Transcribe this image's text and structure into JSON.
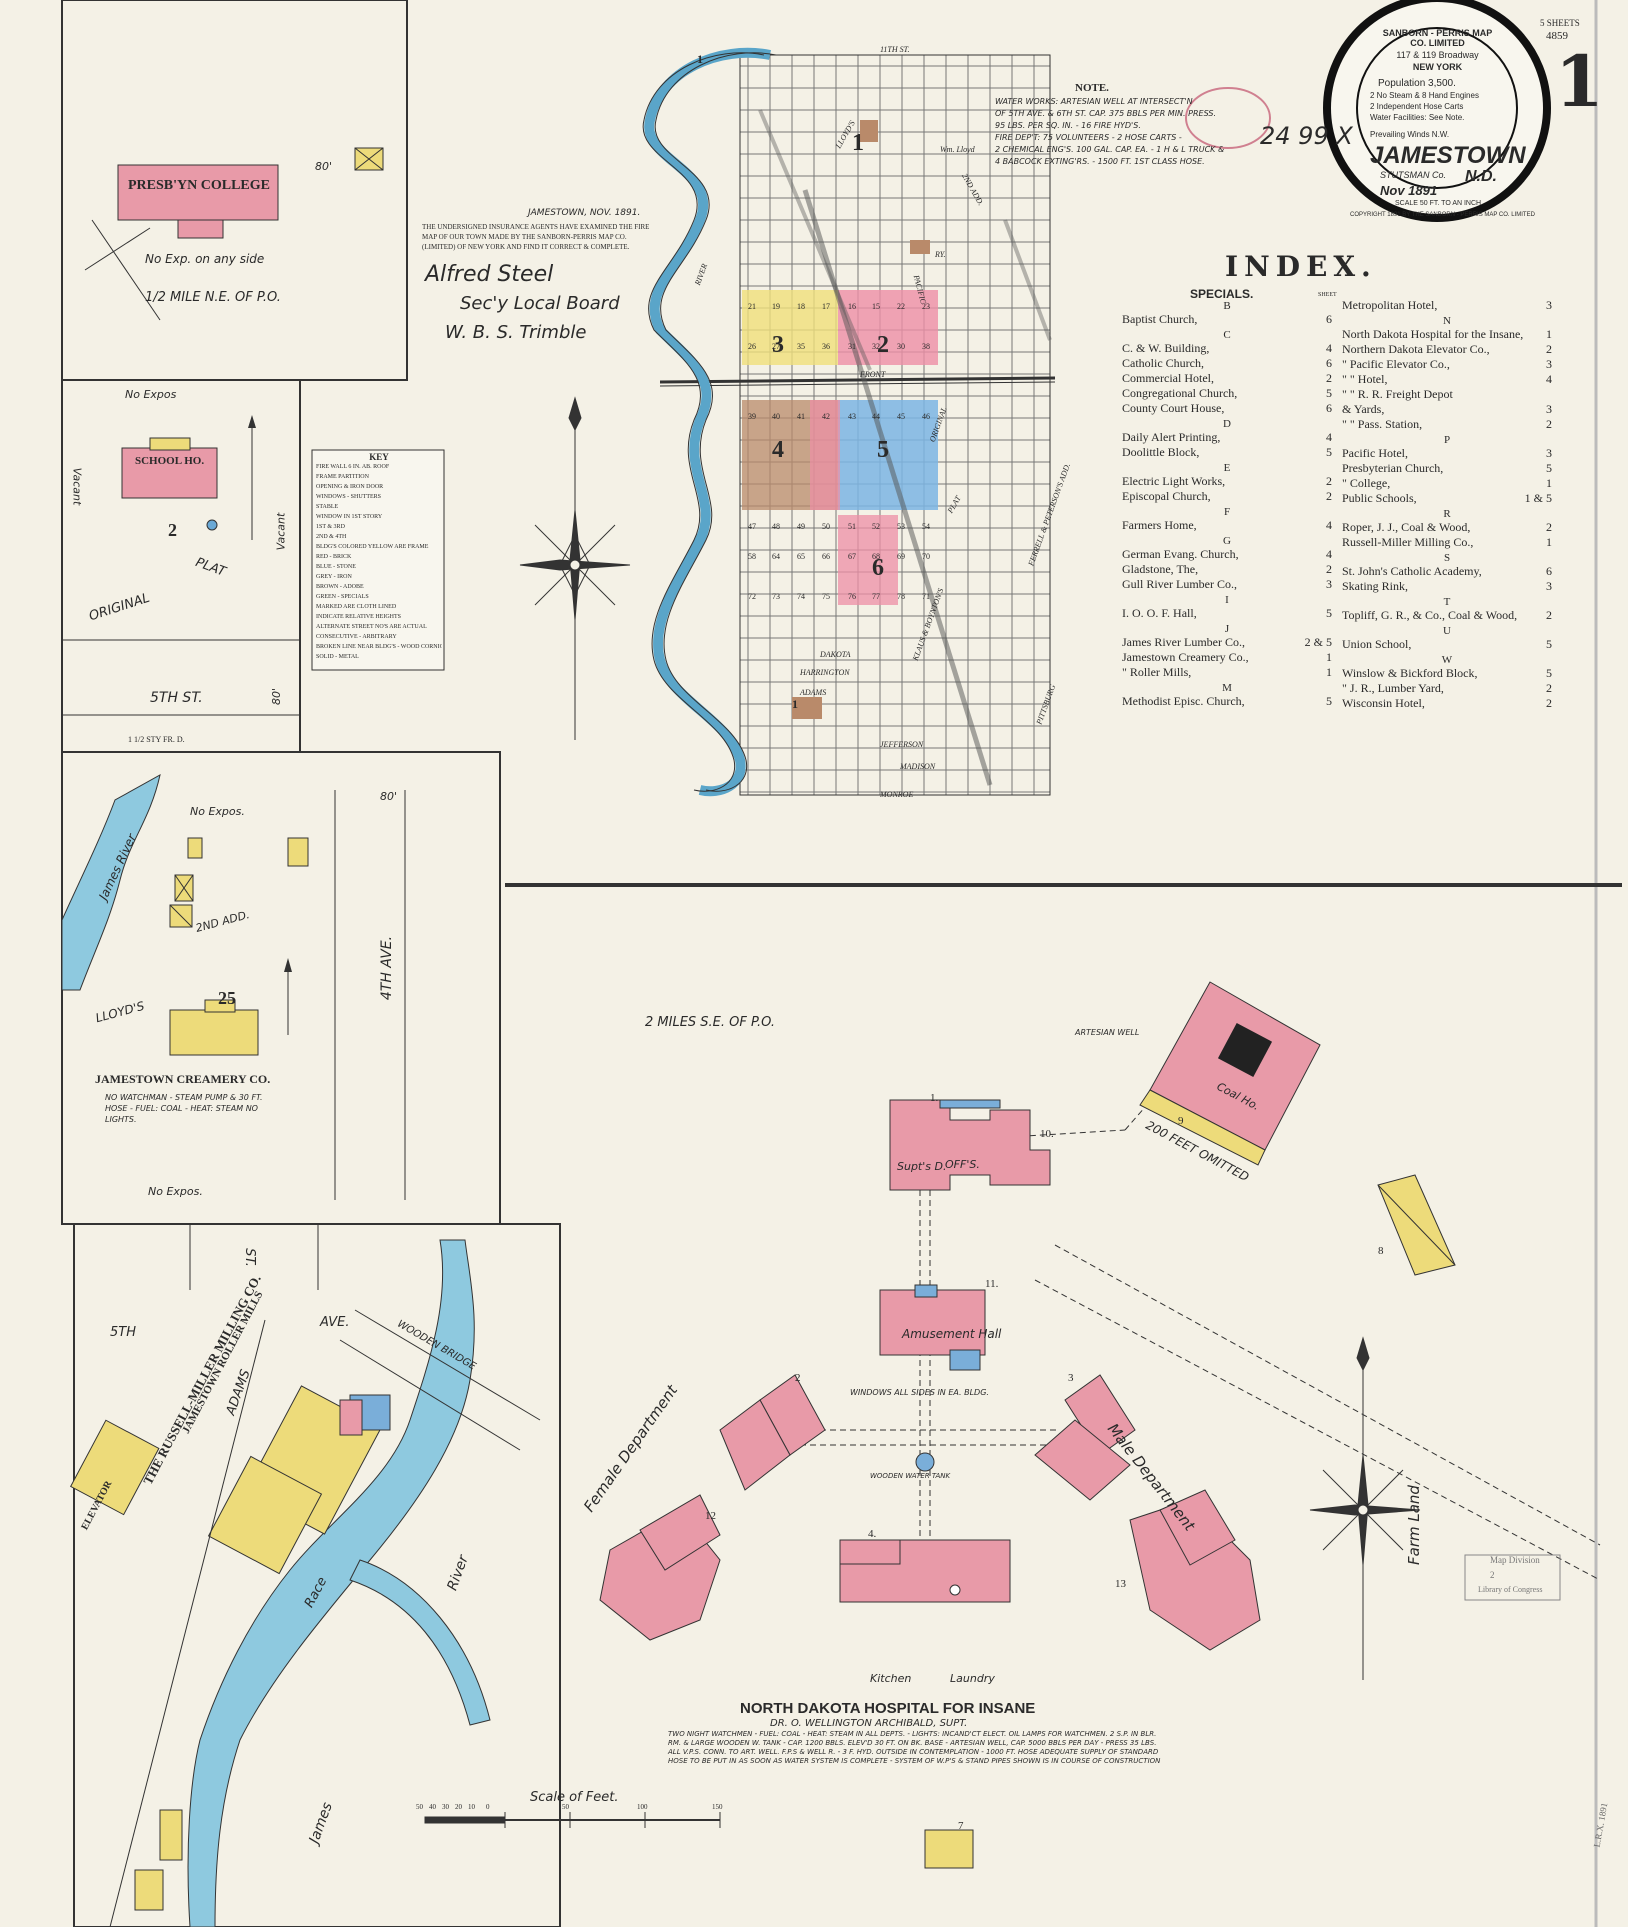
{
  "sheet": {
    "number": "1",
    "sheets": "5 SHEETS",
    "code": "4859"
  },
  "title_seal": {
    "publisher": "SANBORN - PERRIS MAP CO. LIMITED",
    "address": "117 & 119 Broadway",
    "city": "NEW YORK",
    "population": "Population 3,500.",
    "steam": "2 No Steam & 8 Hand Engines",
    "hose": "2 Independent Hose Carts",
    "water": "Water Facilities: See Note.",
    "winds": "Prevailing Winds N.W.",
    "town": "JAMESTOWN",
    "state": "N.D.",
    "county": "STUTSMAN Co.",
    "date": "Nov 1891",
    "scale": "SCALE 50 FT. TO AN INCH",
    "copyright": "COPYRIGHT 1891 BY THE SANBORN - PERRIS MAP CO. LIMITED"
  },
  "stamp_number": "24 99 X",
  "note": {
    "heading": "NOTE.",
    "lines": [
      "WATER WORKS: ARTESIAN WELL AT INTERSECT'N",
      "OF 5TH AVE. & 6TH ST. CAP. 375 BBLS PER MIN. PRESS.",
      "95 LBS. PER SQ. IN. - 16 FIRE HYD'S.",
      "FIRE DEP'T: 75 VOLUNTEERS - 2 HOSE CARTS -",
      "2 CHEMICAL ENG'S. 100 GAL. CAP. EA. - 1 H & L TRUCK &",
      "4 BABCOCK EXTING'RS. - 1500 FT. 1ST CLASS HOSE."
    ]
  },
  "certification": {
    "date": "JAMESTOWN, NOV. 1891.",
    "text": "THE UNDERSIGNED INSURANCE AGENTS HAVE EXAMINED THE FIRE MAP OF OUR TOWN MADE BY THE SANBORN-PERRIS MAP CO. (LIMITED) OF NEW YORK AND FIND IT CORRECT & COMPLETE.",
    "sig1": "Alfred Steel",
    "sig1_title": "Sec'y Local Board",
    "sig2": "W. B. S. Trimble"
  },
  "index": {
    "heading": "INDEX.",
    "specials_label": "SPECIALS.",
    "sheet_label": "SHEET",
    "left": [
      {
        "letter": "B"
      },
      {
        "name": "Baptist Church,",
        "sheet": "6"
      },
      {
        "letter": "C"
      },
      {
        "name": "C. & W. Building,",
        "sheet": "4"
      },
      {
        "name": "Catholic Church,",
        "sheet": "6"
      },
      {
        "name": "Commercial Hotel,",
        "sheet": "2"
      },
      {
        "name": "Congregational Church,",
        "sheet": "5"
      },
      {
        "name": "County Court House,",
        "sheet": "6"
      },
      {
        "letter": "D"
      },
      {
        "name": "Daily Alert Printing,",
        "sheet": "4"
      },
      {
        "name": "Doolittle Block,",
        "sheet": "5"
      },
      {
        "letter": "E"
      },
      {
        "name": "Electric Light Works,",
        "sheet": "2"
      },
      {
        "name": "Episcopal Church,",
        "sheet": "2"
      },
      {
        "letter": "F"
      },
      {
        "name": "Farmers Home,",
        "sheet": "4"
      },
      {
        "letter": "G"
      },
      {
        "name": "German Evang. Church,",
        "sheet": "4"
      },
      {
        "name": "Gladstone, The,",
        "sheet": "2"
      },
      {
        "name": "Gull River Lumber Co.,",
        "sheet": "3"
      },
      {
        "letter": "I"
      },
      {
        "name": "I. O. O. F. Hall,",
        "sheet": "5"
      },
      {
        "letter": "J"
      },
      {
        "name": "James River Lumber Co.,",
        "sheet": "2 & 5"
      },
      {
        "name": "Jamestown Creamery Co.,",
        "sheet": "1"
      },
      {
        "name": "\"  Roller Mills,",
        "sheet": "1"
      },
      {
        "letter": "M"
      },
      {
        "name": "Methodist Episc. Church,",
        "sheet": "5"
      }
    ],
    "right": [
      {
        "name": "Metropolitan Hotel,",
        "sheet": "3"
      },
      {
        "letter": "N"
      },
      {
        "name": "North Dakota Hospital for the Insane,",
        "sheet": "1"
      },
      {
        "name": "Northern Dakota Elevator Co.,",
        "sheet": "2"
      },
      {
        "name": "\"  Pacific Elevator Co.,",
        "sheet": "3"
      },
      {
        "name": "\"  \"  Hotel,",
        "sheet": "4"
      },
      {
        "name": "\"  \"  R. R. Freight Depot",
        "sheet": ""
      },
      {
        "name": "& Yards,",
        "sheet": "3"
      },
      {
        "name": "\"  \"  Pass. Station,",
        "sheet": "2"
      },
      {
        "letter": "P"
      },
      {
        "name": "Pacific Hotel,",
        "sheet": "3"
      },
      {
        "name": "Presbyterian Church,",
        "sheet": "5"
      },
      {
        "name": "\"  College,",
        "sheet": "1"
      },
      {
        "name": "Public Schools,",
        "sheet": "1 & 5"
      },
      {
        "letter": "R"
      },
      {
        "name": "Roper, J. J., Coal & Wood,",
        "sheet": "2"
      },
      {
        "name": "Russell-Miller Milling Co.,",
        "sheet": "1"
      },
      {
        "letter": "S"
      },
      {
        "name": "St. John's Catholic Academy,",
        "sheet": "6"
      },
      {
        "name": "Skating Rink,",
        "sheet": "3"
      },
      {
        "letter": "T"
      },
      {
        "name": "Topliff, G. R., & Co., Coal & Wood,",
        "sheet": "2"
      },
      {
        "letter": "U"
      },
      {
        "name": "Union School,",
        "sheet": "5"
      },
      {
        "letter": "W"
      },
      {
        "name": "Winslow & Bickford Block,",
        "sheet": "5"
      },
      {
        "name": "\"  J. R., Lumber Yard,",
        "sheet": "2"
      },
      {
        "name": "Wisconsin Hotel,",
        "sheet": "2"
      }
    ]
  },
  "insets": {
    "college": {
      "label": "PRESB'YN COLLEGE",
      "note": "No Exp. on any side",
      "location": "1/2 MILE N.E. OF P.O.",
      "dim": "80'"
    },
    "school": {
      "label": "SCHOOL HO.",
      "num": "2",
      "no_expos": "No Expos",
      "vacant1": "Vacant",
      "vacant2": "Vacant",
      "plat": "PLAT",
      "original": "ORIGINAL",
      "street": "5TH ST.",
      "dim": "80'",
      "foot": "1 1/2 STY FR. D."
    },
    "creamery": {
      "title": "JAMESTOWN CREAMERY CO.",
      "num": "25",
      "river": "James River",
      "street1": "LLOYD'S",
      "street2": "2ND ADD.",
      "avenue": "4TH AVE.",
      "no_expos1": "No Expos.",
      "no_expos2": "No Expos.",
      "dim": "80'",
      "notes": "NO WATCHMAN - STEAM PUMP & 30 FT. HOSE - FUEL: COAL - HEAT: STEAM NO LIGHTS."
    },
    "mill": {
      "company": "THE RUSSELL-MILLER MILLING CO.",
      "mill_name": "JAMESTOWN ROLLER MILLS",
      "adams": "ADAMS",
      "st5": "5TH",
      "st": "ST.",
      "ave": "AVE.",
      "bridge": "WOODEN BRIDGE",
      "river": "James",
      "river2": "River",
      "race": "Race",
      "elevator": "ELEVATOR"
    }
  },
  "key": {
    "heading": "KEY",
    "items": [
      "FIRE WALL 6 IN. AB. ROOF",
      "FRAME PARTITION",
      "OPENING & IRON DOOR",
      "WINDOWS - SHUTTERS",
      "STABLE",
      "WINDOW IN 1ST STORY",
      "1ST & 3RD",
      "2ND & 4TH",
      "BLDG'S COLORED YELLOW ARE FRAME",
      "RED - BRICK",
      "BLUE - STONE",
      "GREY - IRON",
      "BROWN - ADOBE",
      "GREEN - SPECIALS",
      "MARKED ARE CLOTH LINED",
      "INDICATE RELATIVE HEIGHTS",
      "ALTERNATE STREET NO'S ARE ACTUAL",
      "CONSECUTIVE - ARBITRARY",
      "BROKEN LINE NEAR BLDG'S - WOOD CORNICE",
      "SOLID - METAL"
    ]
  },
  "key_map": {
    "streets": [
      "11TH ST.",
      "LLOYD'S",
      "2ND ADD.",
      "FRONT",
      "PACIFIC",
      "RY.",
      "ORIGINAL",
      "PLAT",
      "DAKOTA",
      "HARRINGTON",
      "ADAMS",
      "JEFFERSON",
      "MADISON",
      "MONROE",
      "RIVER",
      "KLAUS & BOYNTON'S",
      "FERRELL & PETERSON'S ADD.",
      "PITTSBURG",
      "Wm. Lloyd"
    ],
    "sheet_labels": [
      "1",
      "2",
      "3",
      "4",
      "5",
      "6",
      "1",
      "1"
    ],
    "block_numbers": [
      "21",
      "19",
      "18",
      "17",
      "16",
      "15",
      "22",
      "23",
      "26",
      "27",
      "35",
      "36",
      "31",
      "32",
      "30",
      "38",
      "39",
      "40",
      "41",
      "42",
      "43",
      "44",
      "45",
      "46",
      "47",
      "48",
      "49",
      "50",
      "51",
      "52",
      "53",
      "54",
      "58",
      "64",
      "65",
      "66",
      "67",
      "68",
      "69",
      "70",
      "72",
      "73",
      "74",
      "75",
      "76",
      "77",
      "78",
      "71"
    ]
  },
  "hospital": {
    "title": "NORTH DAKOTA HOSPITAL FOR INSANE",
    "supt": "DR. O. WELLINGTON ARCHIBALD, SUPT.",
    "notes": "TWO NIGHT WATCHMEN - FUEL: COAL - HEAT: STEAM IN ALL DEPTS. - LIGHTS: INCAND'CT ELECT. OIL LAMPS FOR WATCHMEN. 2 S.P. IN BLR. RM. & LARGE WOODEN W. TANK - CAP. 1200 BBLS. ELEV'D 30 FT. ON BK. BASE - ARTESIAN WELL, CAP. 5000 BBLS PER DAY - PRESS 35 LBS. ALL V.P.S. CONN. TO ART. WELL. F.P.S & WELL R. - 3 F. HYD. OUTSIDE IN CONTEMPLATION - 1000 FT. HOSE ADEQUATE SUPPLY OF STANDARD HOSE TO BE PUT IN AS SOON AS WATER SYSTEM IS COMPLETE - SYSTEM OF W.P'S & STAND PIPES SHOWN IS IN COURSE OF CONSTRUCTION",
    "distance": "2 MILES S.E. OF P.O.",
    "female": "Female Department",
    "male": "Male Department",
    "amusement": "Amusement Hall",
    "offs": "OFF'S.",
    "supts": "Supt's D.",
    "kitchen": "Kitchen",
    "laundry": "Laundry",
    "coal": "Coal Ho.",
    "windows_note": "WINDOWS ALL SIDES IN EA. BLDG.",
    "artesian": "ARTESIAN WELL",
    "omitted": "200 FEET OMITTED",
    "farm_land": "Farm Land",
    "water_tank": "WOODEN WATER TANK",
    "nums": [
      "1.",
      "2",
      "3",
      "4.",
      "7",
      "8",
      "9",
      "10.",
      "11.",
      "12",
      "13"
    ]
  },
  "scale": {
    "label": "Scale of Feet.",
    "ticks": [
      "50",
      "40",
      "30",
      "20",
      "10",
      "0",
      "50",
      "100",
      "150"
    ]
  },
  "stamp": {
    "line1": "Map Division",
    "line2": "2",
    "line3": "Library of Congress"
  },
  "margin_note": "L.R.X. 1891"
}
